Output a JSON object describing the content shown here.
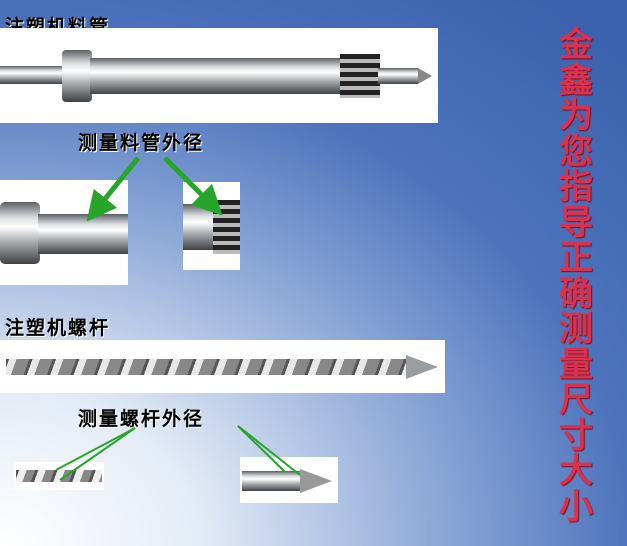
{
  "barrel": {
    "title": "注塑机料管",
    "measure_label": "测量料管外径"
  },
  "screw": {
    "title": "注塑机螺杆",
    "measure_label": "测量螺杆外径"
  },
  "slogan": [
    "金",
    "鑫",
    "为",
    "您",
    "指",
    "导",
    "正",
    "确",
    "测",
    "量",
    "尺",
    "寸",
    "大",
    "小"
  ],
  "colors": {
    "arrow": "#27a52a",
    "slogan": "#d8324f",
    "background": "#3a61ad"
  }
}
